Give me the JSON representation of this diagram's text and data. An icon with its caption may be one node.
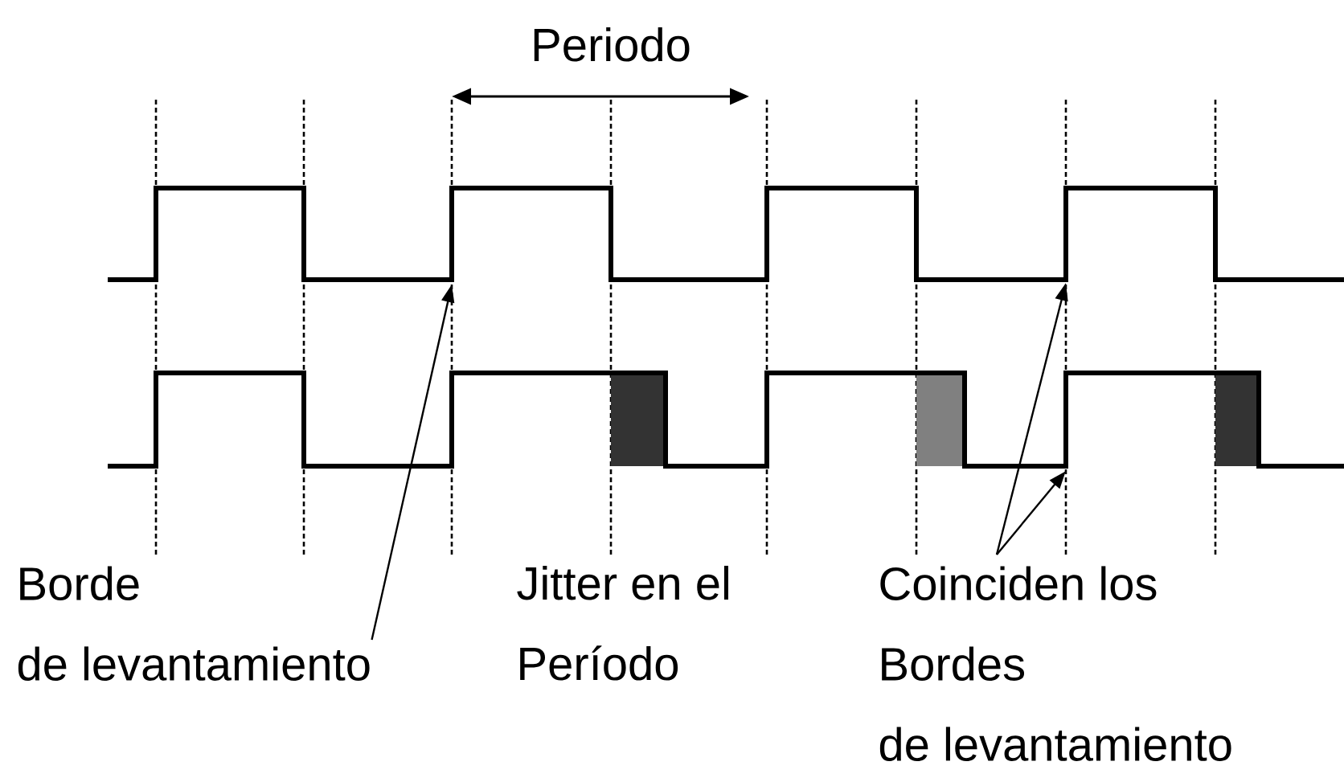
{
  "diagram": {
    "nodes": [
      {
        "text": [
          "Borde",
          "de levantamiento"
        ]
      },
      {
        "text": [
          "Coinciden los",
          "Bordes",
          "de levantamiento"
        ]
      },
      {
        "text": [],
        "shape": "waveform"
      },
      {
        "text": [],
        "shape": "waveform"
      }
    ],
    "edges": [
      {
        "from": 0,
        "to": 2,
        "arrow": "to"
      },
      {
        "from": 1,
        "to": 2,
        "arrow": "to"
      },
      {
        "from": 1,
        "to": 3,
        "arrow": "to"
      }
    ],
    "labels": [
      "Periodo",
      "Jitter en el",
      "Período"
    ]
  }
}
